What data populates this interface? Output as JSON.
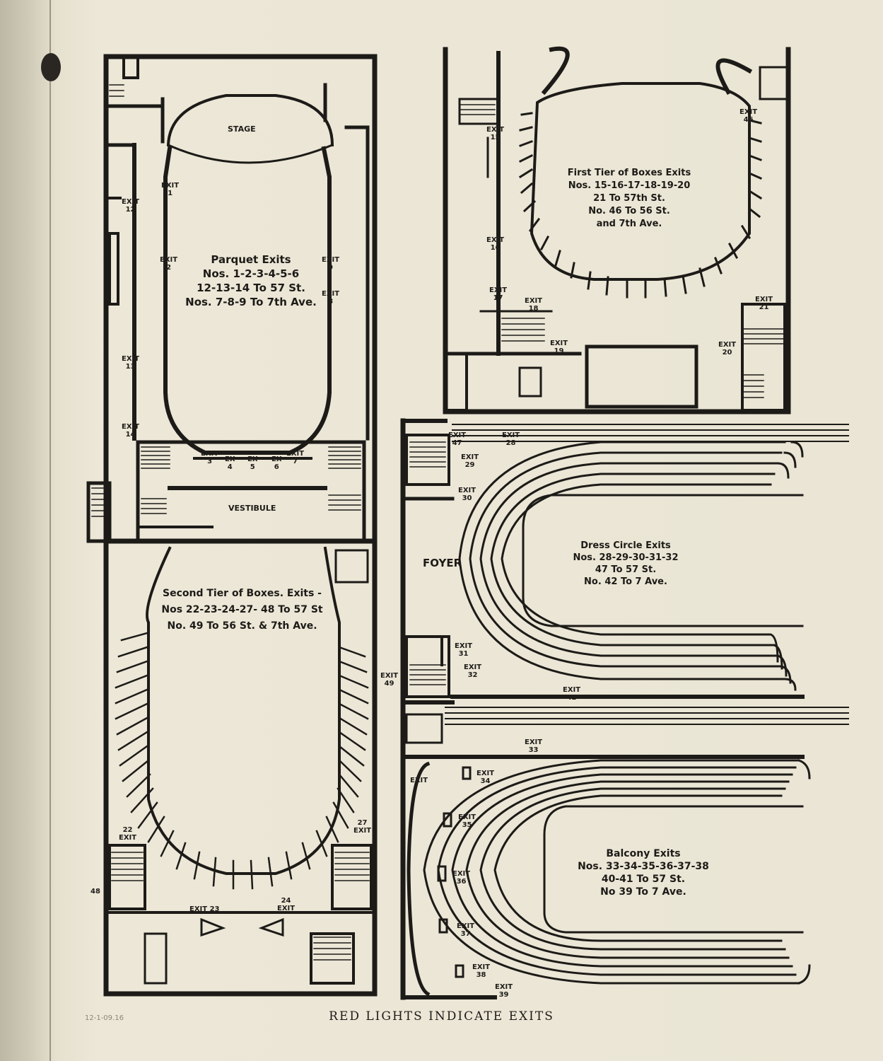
{
  "plans": {
    "parquet": {
      "title": "Parquet Exits",
      "lines": [
        "Nos. 1-2-3-4-5-6",
        "12-13-14 To 57 St.",
        "Nos. 7-8-9 To 7th Ave."
      ],
      "stage": "STAGE",
      "vestibule": "VESTIBULE",
      "exits": {
        "e1": {
          "word": "EXIT",
          "num": "1"
        },
        "e2": {
          "word": "EXIT",
          "num": "2"
        },
        "e3": {
          "word": "EXIT",
          "num": "3"
        },
        "e4": {
          "word": "EX",
          "num": "4"
        },
        "e5": {
          "word": "EX",
          "num": "5"
        },
        "e6": {
          "word": "EX",
          "num": "6"
        },
        "e7": {
          "word": "EXIT",
          "num": "7"
        },
        "e8": {
          "word": "EXIT",
          "num": "8"
        },
        "e9": {
          "word": "EXIT",
          "num": "9"
        },
        "e12": {
          "word": "EXIT",
          "num": "12"
        },
        "e13": {
          "word": "EXIT",
          "num": "13"
        },
        "e14": {
          "word": "EXIT",
          "num": "14"
        }
      }
    },
    "first_tier": {
      "title": "First Tier of Boxes Exits",
      "lines": [
        "Nos. 15-16-17-18-19-20",
        "21 To 57th St.",
        "No. 46 To 56 St.",
        "and 7th Ave."
      ],
      "exits": {
        "e15": {
          "word": "EXIT",
          "num": "15"
        },
        "e16": {
          "word": "EXIT",
          "num": "16"
        },
        "e17": {
          "word": "EXIT",
          "num": "17"
        },
        "e18": {
          "word": "EXIT",
          "num": "18"
        },
        "e19": {
          "word": "EXIT",
          "num": "19"
        },
        "e20": {
          "word": "EXIT",
          "num": "20"
        },
        "e21": {
          "word": "EXIT",
          "num": "21"
        },
        "e46": {
          "word": "EXIT",
          "num": "46"
        }
      }
    },
    "dress_circle": {
      "title": "Dress Circle Exits",
      "lines": [
        "Nos. 28-29-30-31-32",
        "47 To 57 St.",
        "No. 42 To 7 Ave."
      ],
      "foyer": "FOYER",
      "exits": {
        "e28": {
          "word": "EXIT",
          "num": "28"
        },
        "e29": {
          "word": "EXIT",
          "num": "29"
        },
        "e30": {
          "word": "EXIT",
          "num": "30"
        },
        "e31": {
          "word": "EXIT",
          "num": "31"
        },
        "e32": {
          "word": "EXIT",
          "num": "32"
        },
        "e42": {
          "word": "EXIT",
          "num": "42"
        },
        "e47": {
          "word": "EXIT",
          "num": "47"
        }
      }
    },
    "second_tier": {
      "title": "Second Tier of Boxes. Exits -",
      "lines": [
        "Nos 22-23-24-27- 48 To 57 St",
        "No. 49 To 56 St. & 7th Ave."
      ],
      "exits": {
        "e22": {
          "word": "EXIT",
          "num": "22"
        },
        "e23": {
          "word": "EXIT",
          "num": "23"
        },
        "e24": {
          "word": "EXIT",
          "num": "24"
        },
        "e27": {
          "word": "EXIT",
          "num": "27"
        },
        "e48": {
          "word": "",
          "num": "48"
        },
        "e49": {
          "word": "EXIT",
          "num": "49"
        }
      }
    },
    "balcony": {
      "title": "Balcony Exits",
      "lines": [
        "Nos. 33-34-35-36-37-38",
        "40-41 To 57 St.",
        "No 39 To 7 Ave."
      ],
      "exits": {
        "e33": {
          "word": "EXIT",
          "num": "33"
        },
        "e34": {
          "word": "EXIT",
          "num": "34"
        },
        "e35": {
          "word": "EXIT",
          "num": "35"
        },
        "e36": {
          "word": "EXIT",
          "num": "36"
        },
        "e37": {
          "word": "EXIT",
          "num": "37"
        },
        "e38": {
          "word": "EXIT",
          "num": "38"
        },
        "e39": {
          "word": "EXIT",
          "num": "39"
        },
        "e40": {
          "word": "EXIT",
          "num": ""
        }
      }
    }
  },
  "footer": "RED LIGHTS INDICATE EXITS",
  "stamp": "12-1-09.16",
  "colors": {
    "ink": "#1d1b18",
    "paper": "#ece7d7"
  }
}
